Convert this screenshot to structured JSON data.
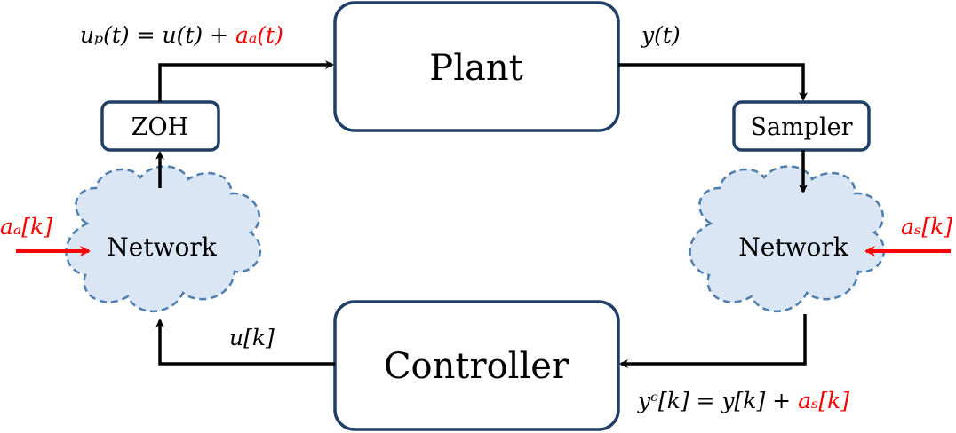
{
  "colors": {
    "block_border": "#1f3f66",
    "cloud_fill": "#dbe6f4",
    "cloud_border": "#4f7fae",
    "wire": "#000000",
    "attack": "#ff0000"
  },
  "blocks": {
    "plant": "Plant",
    "controller": "Controller",
    "zoh": "ZOH",
    "sampler": "Sampler"
  },
  "networks": {
    "left": "Network",
    "right": "Network"
  },
  "signals": {
    "plant_input": {
      "main": "uₚ(t) = u(t) + ",
      "attack": "aₐ(t)"
    },
    "plant_output": "y(t)",
    "controller_output": "u[k]",
    "controller_input": {
      "main": "yᶜ[k] = y[k] + ",
      "attack": "aₛ[k]"
    },
    "actuator_attack": "aₐ[k]",
    "sensor_attack": "aₛ[k]"
  }
}
